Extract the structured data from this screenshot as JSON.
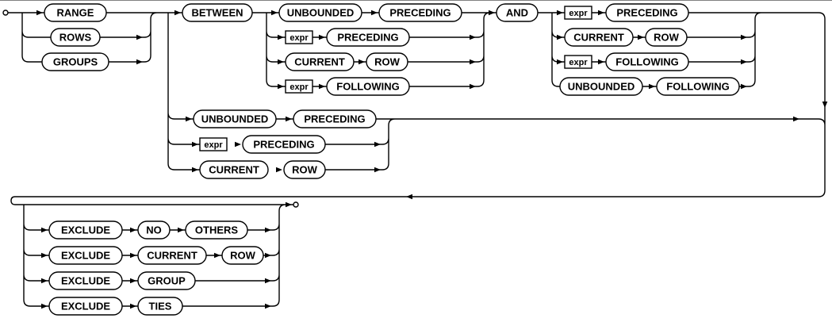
{
  "diagram": {
    "kind": "railroad-syntax-diagram",
    "labels": {
      "range": "RANGE",
      "rows": "ROWS",
      "groups": "GROUPS",
      "between": "BETWEEN",
      "and": "AND",
      "unbounded": "UNBOUNDED",
      "preceding": "PRECEDING",
      "current": "CURRENT",
      "row": "ROW",
      "following": "FOLLOWING",
      "expr": "expr",
      "exclude": "EXCLUDE",
      "no": "NO",
      "others": "OTHERS",
      "group": "GROUP",
      "ties": "TIES"
    },
    "structure": {
      "frame_type_choices": [
        "RANGE",
        "ROWS",
        "GROUPS"
      ],
      "between_start_choices": [
        [
          "UNBOUNDED",
          "PRECEDING"
        ],
        [
          "expr",
          "PRECEDING"
        ],
        [
          "CURRENT",
          "ROW"
        ],
        [
          "expr",
          "FOLLOWING"
        ]
      ],
      "between_end_choices": [
        [
          "expr",
          "PRECEDING"
        ],
        [
          "CURRENT",
          "ROW"
        ],
        [
          "expr",
          "FOLLOWING"
        ],
        [
          "UNBOUNDED",
          "FOLLOWING"
        ]
      ],
      "single_bound_choices": [
        [
          "UNBOUNDED",
          "PRECEDING"
        ],
        [
          "expr",
          "PRECEDING"
        ],
        [
          "CURRENT",
          "ROW"
        ]
      ],
      "exclude_choices": [
        [
          "EXCLUDE",
          "NO",
          "OTHERS"
        ],
        [
          "EXCLUDE",
          "CURRENT",
          "ROW"
        ],
        [
          "EXCLUDE",
          "GROUP"
        ],
        [
          "EXCLUDE",
          "TIES"
        ]
      ],
      "colors": {
        "line": "#000000",
        "background": "#ffffff"
      }
    }
  }
}
